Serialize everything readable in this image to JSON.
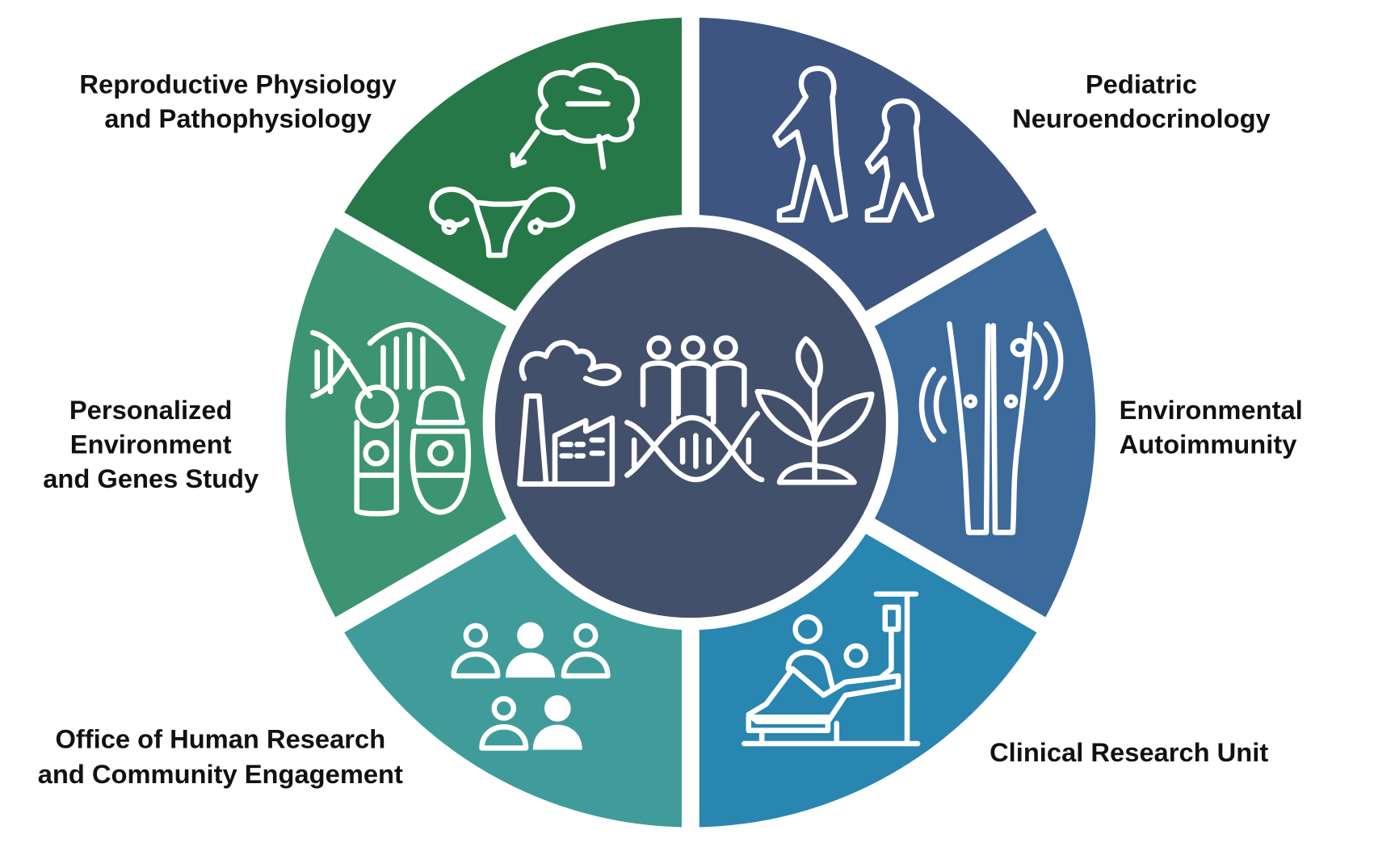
{
  "diagram": {
    "segments": [
      {
        "id": "reproductive",
        "label_lines": [
          "Reproductive Physiology",
          "and Pathophysiology"
        ],
        "color": "#267848",
        "icon": "brain-uterus-icon"
      },
      {
        "id": "pediatric",
        "label_lines": [
          "Pediatric",
          "Neuroendocrinology"
        ],
        "color": "#3d5580",
        "icon": "walking-children-icon"
      },
      {
        "id": "autoimmunity",
        "label_lines": [
          "Environmental",
          "Autoimmunity"
        ],
        "color": "#3c6a9b",
        "icon": "body-signal-icon"
      },
      {
        "id": "clinical",
        "label_lines": [
          "Clinical Research Unit"
        ],
        "color": "#2886b0",
        "icon": "hospital-bed-icon"
      },
      {
        "id": "community",
        "label_lines": [
          "Office of Human Research",
          "and Community Engagement"
        ],
        "color": "#3f9c9a",
        "icon": "people-group-icon"
      },
      {
        "id": "genes",
        "label_lines": [
          "Personalized",
          "Environment",
          "and Genes Study"
        ],
        "color": "#3d9472",
        "icon": "dna-people-icon"
      }
    ],
    "center": {
      "color": "#42506b",
      "icon": "environment-people-dna-plant-icon"
    }
  }
}
